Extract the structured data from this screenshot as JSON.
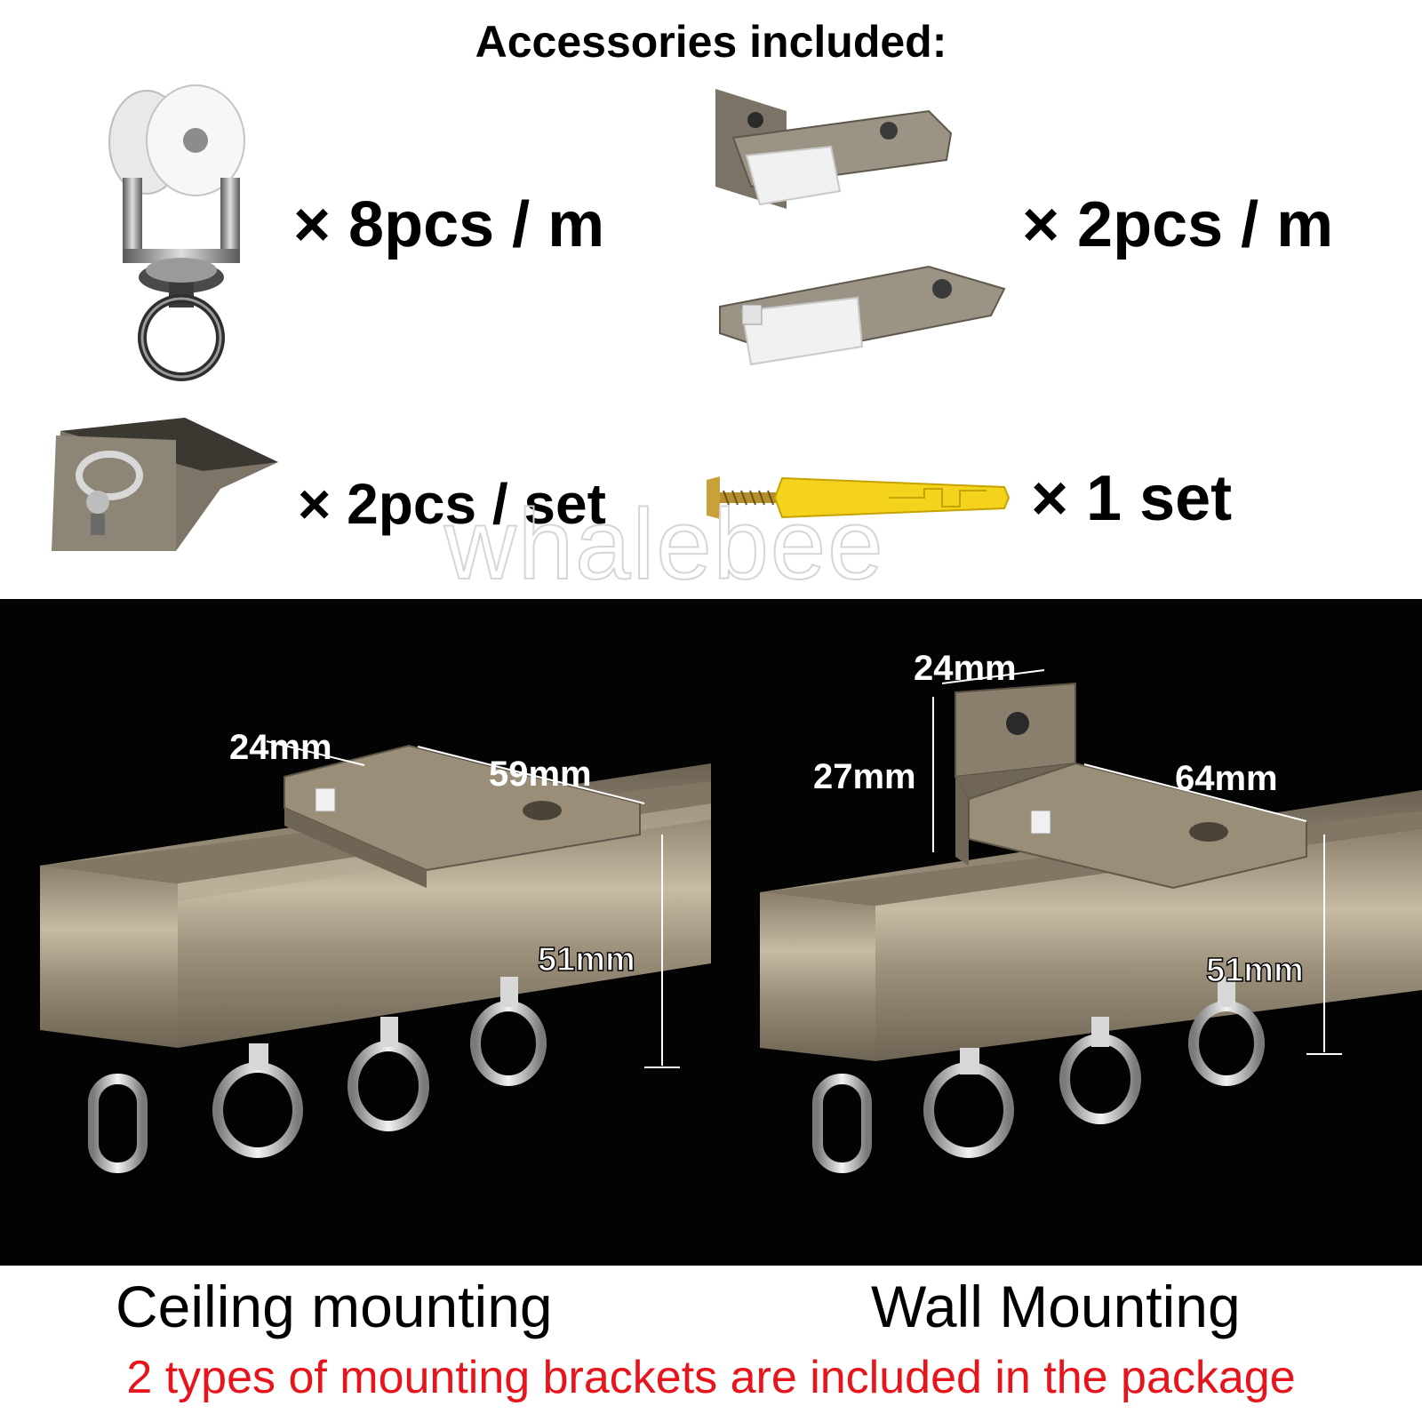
{
  "header": {
    "title": "Accessories included:"
  },
  "accessories": [
    {
      "icon": "runner-roller-icon",
      "qty": "× 8pcs / m"
    },
    {
      "icon": "ceiling-bracket-icon",
      "qty": "× 2pcs / m"
    },
    {
      "icon": "end-cap-icon",
      "qty": "× 2pcs / set"
    },
    {
      "icon": "screw-anchor-icon",
      "qty": "× 1 set"
    }
  ],
  "watermark": "whalebee",
  "ceiling": {
    "caption": "Ceiling mounting",
    "dims": {
      "width": "24mm",
      "length": "59mm",
      "height": "51mm"
    }
  },
  "wall": {
    "caption": "Wall Mounting",
    "dims": {
      "width": "24mm",
      "arm": "27mm",
      "length": "64mm",
      "height": "51mm"
    }
  },
  "note": "2 types of mounting brackets are included in the package",
  "colors": {
    "note": "#e8141b",
    "rail": "#9a8d78",
    "background_dark": "#030303"
  }
}
